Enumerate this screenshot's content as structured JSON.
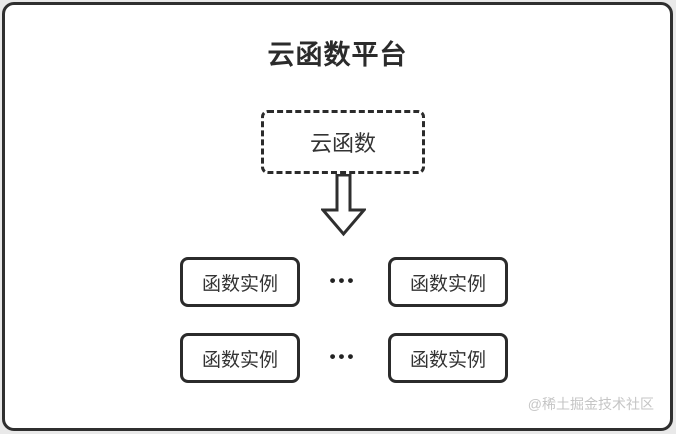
{
  "diagram": {
    "title": "云函数平台",
    "cloud_function": {
      "label": "云函数"
    },
    "ellipsis": "•••",
    "rows": [
      {
        "instances": [
          {
            "label": "函数实例"
          },
          {
            "label": "函数实例"
          }
        ]
      },
      {
        "instances": [
          {
            "label": "函数实例"
          },
          {
            "label": "函数实例"
          }
        ]
      }
    ],
    "watermark": "@稀土掘金技术社区",
    "colors": {
      "border": "#2f2f2f",
      "text": "#2b2b2b",
      "background": "#ffffff",
      "outer_background": "#e9e9e9",
      "watermark": "#c5c5c5"
    }
  }
}
